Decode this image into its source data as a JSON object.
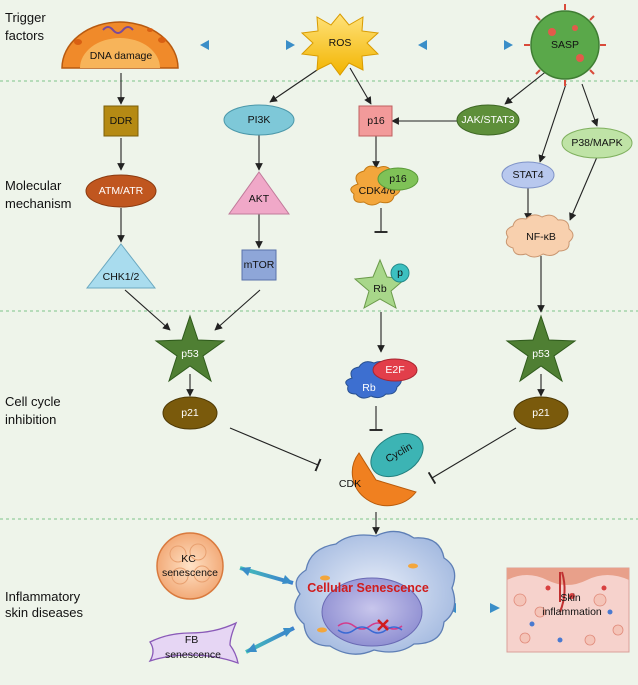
{
  "sections": {
    "trigger": [
      "Trigger",
      "factors"
    ],
    "molecular": [
      "Molecular",
      "mechanism"
    ],
    "cellcycle": [
      "Cell cycle",
      "inhibition"
    ],
    "inflammatory": [
      "Inflammatory",
      "skin diseases"
    ]
  },
  "nodes": {
    "dna_damage": "DNA damage",
    "ros": "ROS",
    "sasp": "SASP",
    "ddr": "DDR",
    "pi3k": "PI3K",
    "p16": "p16",
    "jak_stat3": "JAK/STAT3",
    "atm_atr": "ATM/ATR",
    "akt": "AKT",
    "cdk46": "CDK4/6",
    "p16_cap": "p16",
    "p38_mapk": "P38/MAPK",
    "stat4": "STAT4",
    "nfkb": "NF-κB",
    "chk12": "CHK1/2",
    "mtor": "mTOR",
    "rb": "Rb",
    "rb_p": "p",
    "p53_left": "p53",
    "p53_right": "p53",
    "rb_complex": "Rb",
    "e2f": "E2F",
    "p21_left": "p21",
    "p21_right": "p21",
    "cdk": "CDK",
    "cyclin": "Cyclin",
    "kc_senescence": [
      "KC",
      "senescence"
    ],
    "fb_senescence": [
      "FB",
      "senescence"
    ],
    "cellular_senescence": "Cellular Senescence",
    "skin_inflammation": [
      "Skin",
      "inflammation"
    ]
  },
  "colors": {
    "background": "#eef4ea",
    "section_divider": "#7fc58a",
    "ros": "#f5c518",
    "sasp": "#5aa84a",
    "ddr": "#b58a14",
    "pi3k": "#7ec8d8",
    "p16": "#f29a9a",
    "jak_stat3": "#5e8f3a",
    "atm_atr": "#c0561f",
    "akt": "#f0a8c8",
    "cdk46": "#f3a63c",
    "p16_cap": "#7fc257",
    "p38_mapk": "#bfe3a6",
    "stat4": "#b8c8ee",
    "nfkb": "#f8d0ae",
    "chk12": "#a9dcee",
    "mtor": "#8ea6d8",
    "rb": "#a8d78a",
    "p53": "#4f7f33",
    "rb_complex": "#3d6fd0",
    "e2f": "#e23e4a",
    "p21": "#7a5a0c",
    "cdk": "#f08020",
    "cyclin": "#3cb4b4",
    "double_arrow": "#3aa8c8"
  }
}
